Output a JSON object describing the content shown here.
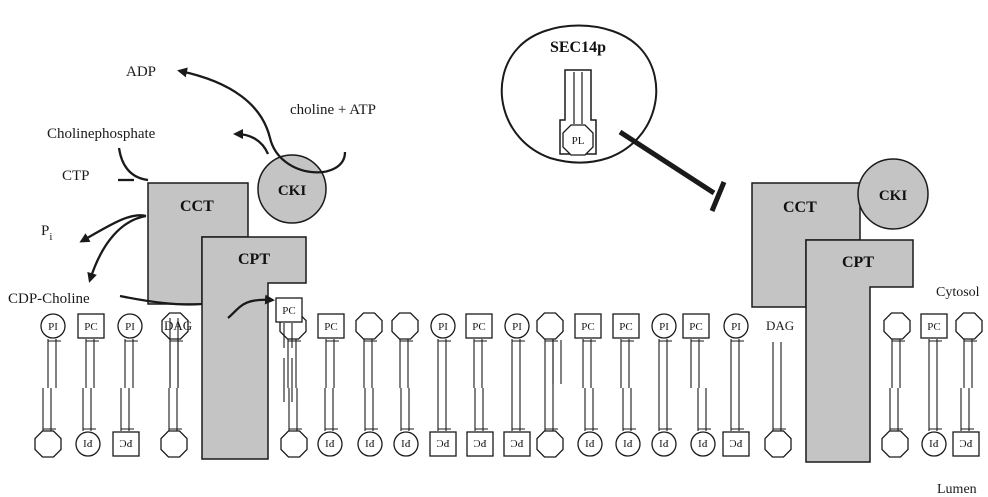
{
  "labels": {
    "adp": "ADP",
    "choline_atp": "choline + ATP",
    "cholinephosphate": "Cholinephosphate",
    "ctp": "CTP",
    "pi_main": "P",
    "pi_sub": "i",
    "cdp_choline": "CDP-Choline",
    "dag": "DAG",
    "cytosol": "Cytosol",
    "lumen": "Lumen"
  },
  "enzymes": {
    "cct": "CCT",
    "cpt": "CPT",
    "cki": "CKI",
    "sec14p": "SEC14p",
    "pl": "PL"
  },
  "lipid_heads": {
    "pi": "PI",
    "pc": "PC"
  },
  "colors": {
    "protein_fill": "#c4c4c4",
    "stroke": "#1a1a1a",
    "background": "#ffffff"
  }
}
